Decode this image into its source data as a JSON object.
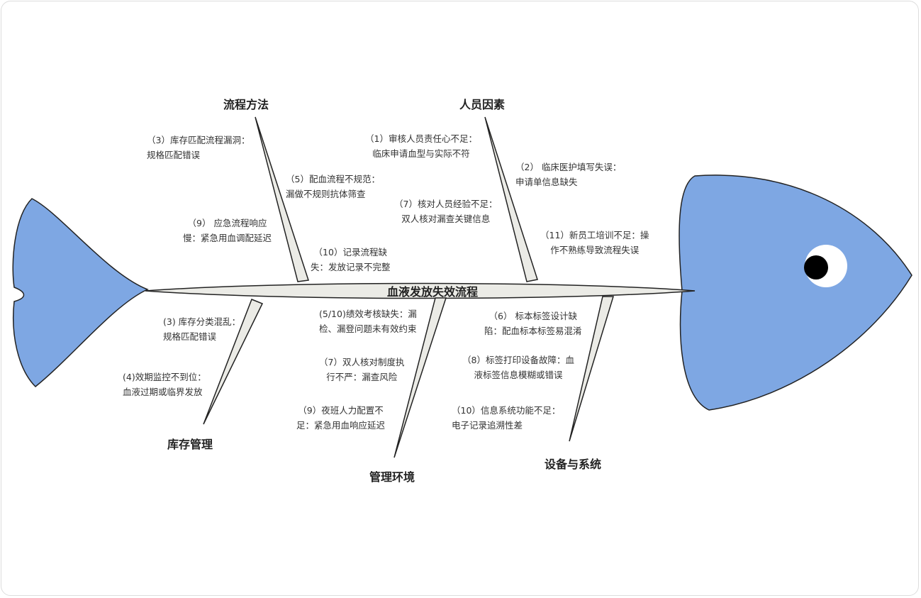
{
  "title": "血液发放失效流程",
  "colors": {
    "fish": "#7ea7e3",
    "bone": "#ebebe6",
    "outline": "#222222"
  },
  "categories": {
    "process": {
      "label": "流程方法",
      "causes": [
        "（3）库存匹配流程漏洞：",
        "规格匹配错误",
        "（5）配血流程不规范：",
        "漏做不规则抗体筛查",
        "（9） 应急流程响应",
        "慢：紧急用血调配延迟",
        "（10）记录流程缺",
        "失：发放记录不完整"
      ]
    },
    "people": {
      "label": "人员因素",
      "causes": [
        "（1）审核人员责任心不足：",
        "临床申请血型与实际不符",
        "（2） 临床医护填写失误：",
        "申请单信息缺失",
        "（7）核对人员经验不足：",
        "双人核对漏查关键信息",
        "（11）新员工培训不足：操",
        "作不熟练导致流程失误"
      ]
    },
    "inventory": {
      "label": "库存管理",
      "causes": [
        "(3) 库存分类混乱：",
        "规格匹配错误",
        "(4)效期监控不到位：",
        "血液过期或临界发放"
      ]
    },
    "management": {
      "label": "管理环境",
      "causes": [
        "(5/10)绩效考核缺失：漏",
        "检、漏登问题未有效约束",
        "（7）双人核对制度执",
        "行不严：漏查风险",
        "（9）夜班人力配置不",
        "足：紧急用血响应延迟"
      ]
    },
    "equipment": {
      "label": "设备与系统",
      "causes": [
        "（6） 标本标签设计缺",
        "陷：配血标本标签易混淆",
        "（8）标签打印设备故障：血",
        "液标签信息模糊或错误",
        "（10）信息系统功能不足：",
        "电子记录追溯性差"
      ]
    }
  }
}
